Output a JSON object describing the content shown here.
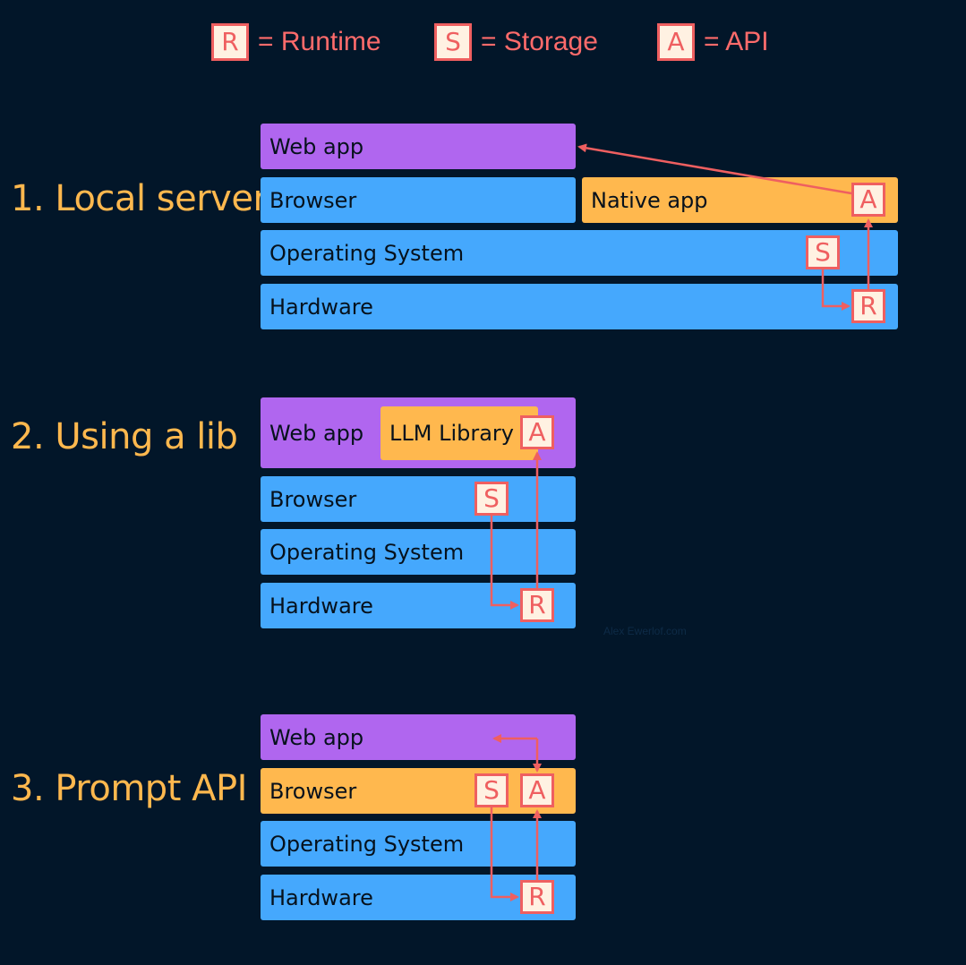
{
  "legend": [
    {
      "letter": "R",
      "text": "= Runtime"
    },
    {
      "letter": "S",
      "text": "= Storage"
    },
    {
      "letter": "A",
      "text": "= API"
    }
  ],
  "sections": [
    {
      "title": "1. Local server",
      "layers": {
        "web_app": "Web app",
        "browser": "Browser",
        "native_app": "Native app",
        "os": "Operating System",
        "hardware": "Hardware"
      },
      "badges": {
        "api": "A",
        "storage": "S",
        "runtime": "R"
      }
    },
    {
      "title": "2. Using a lib",
      "layers": {
        "web_app": "Web app",
        "llm_library": "LLM Library",
        "browser": "Browser",
        "os": "Operating System",
        "hardware": "Hardware"
      },
      "badges": {
        "api": "A",
        "storage": "S",
        "runtime": "R"
      }
    },
    {
      "title": "3. Prompt API",
      "layers": {
        "web_app": "Web app",
        "browser": "Browser",
        "os": "Operating System",
        "hardware": "Hardware"
      },
      "badges": {
        "storage": "S",
        "api": "A",
        "runtime": "R"
      }
    }
  ],
  "watermark": "Alex Ewerlof.com",
  "colors": {
    "background": "#021629",
    "web_app": "#b066ef",
    "system_layer": "#45a8fd",
    "highlight_layer": "#ffb84e",
    "badge_border": "#ef5f60",
    "badge_fill": "#fff1e2",
    "section_title": "#ffb84e",
    "legend_text": "#ff6b6b"
  }
}
